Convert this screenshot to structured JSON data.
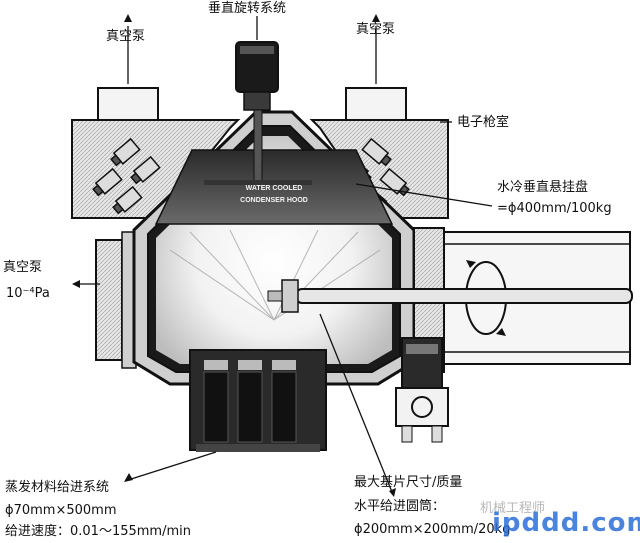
{
  "labels": {
    "top_rotation": "垂直旋转系统",
    "vacuum_pump_top_left": "真空泵",
    "vacuum_pump_top_right": "真空泵",
    "electron_gun_room": "电子枪室",
    "water_cooled_hanger": "水冷垂直悬挂盘",
    "hanger_spec": "=ϕ400mm/100kg",
    "vacuum_pump_left": "真空泵",
    "vacuum_pressure": "10⁻⁴Pa",
    "feed_system": "蒸发材料给进系统",
    "feed_dims": "ϕ70mm×500mm",
    "feed_speed": "给进速度：0.01～155mm/min",
    "substrate_max": "最大基片尺寸/质量",
    "horizontal_feed": "水平给进圆筒：",
    "substrate_dims": "ϕ200mm×200mm/20kg",
    "hood_line1": "WATER COOLED",
    "hood_line2": "CONDENSER HOOD"
  },
  "watermark": {
    "main": "ipddd.com",
    "faint": "机械工程师"
  },
  "colors": {
    "ink": "#111111",
    "wall": "#1a1a1a",
    "watermark": "#2c6fd6"
  }
}
